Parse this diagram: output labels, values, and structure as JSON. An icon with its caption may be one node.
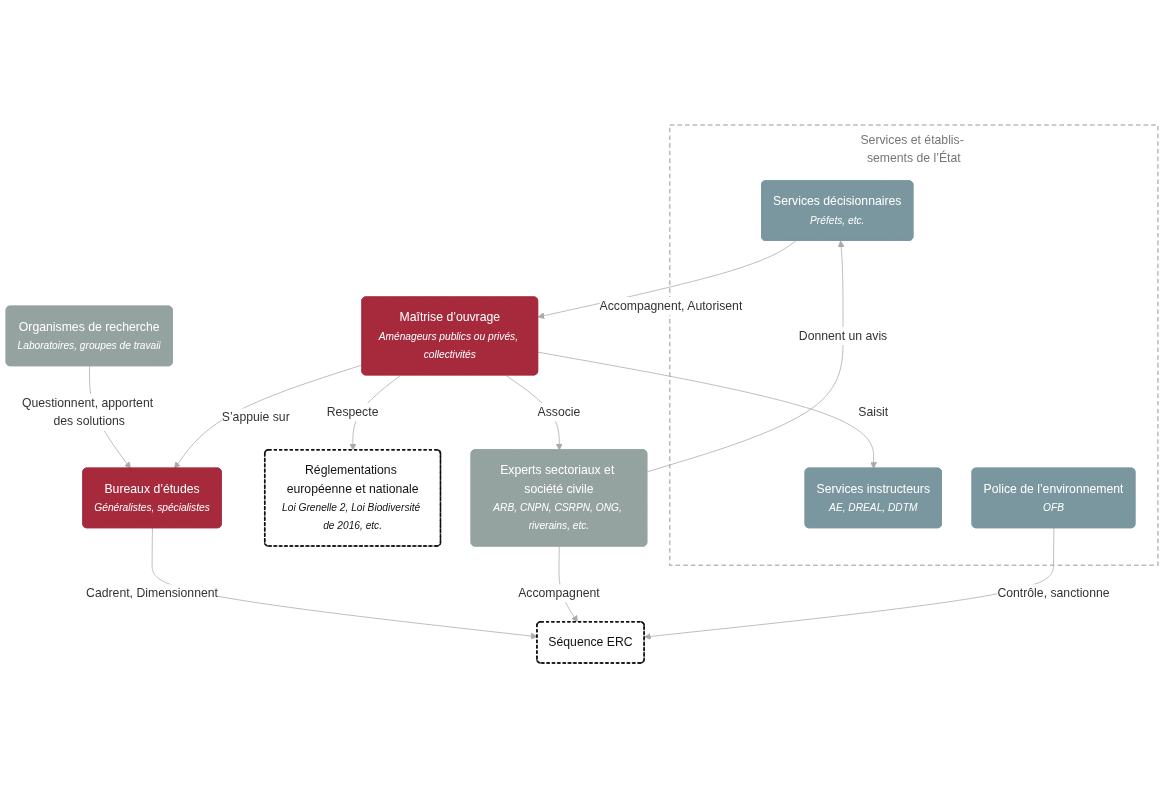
{
  "diagram": {
    "nodes": [
      {
        "text": [
          "Organismes de recherche",
          "Laboratoires, groupes de travail"
        ]
      },
      {
        "text": [
          "Réglementations européenne et nationale",
          "Loi Grenelle 2, Loi Biodiversité de 2016, etc."
        ]
      },
      {
        "text": [
          "Services et établis- sements de l’État"
        ]
      },
      {
        "text": [
          "Services instructeurs",
          "AE, DREAL, DDTM"
        ],
        "in": 2
      },
      {
        "text": [
          "Bureaux d’études",
          "Généralistes, spécialistes"
        ]
      },
      {
        "text": [
          "Maîtrise d’ouvrage",
          "Aménageurs publics ou privés, collectivités"
        ]
      },
      {
        "text": [
          "Services décisionnaires",
          "Préfets, etc."
        ],
        "in": 2
      },
      {
        "text": [
          "Experts sectoriaux et société civile",
          "ARB, CNPN, CSRPN, ONG, riverains, etc."
        ]
      },
      {
        "text": [
          "Police de l’environnement",
          "OFB"
        ],
        "in": 2
      },
      {
        "text": [
          "Séquence ERC"
        ]
      }
    ],
    "edges": [
      {
        "from": 0,
        "to": 4,
        "arrow": "to",
        "label": "Questionnent, apportent des solutions"
      },
      {
        "from": 5,
        "to": 1,
        "arrow": "to",
        "label": "Respecte"
      },
      {
        "from": 5,
        "to": 4,
        "arrow": "to",
        "label": "S’appuie sur"
      },
      {
        "from": 5,
        "to": 3,
        "arrow": "to",
        "label": "Saisit"
      },
      {
        "from": 6,
        "to": 5,
        "arrow": "to",
        "label": "Accompagnent, Autorisent"
      },
      {
        "from": 5,
        "to": 7,
        "arrow": "to",
        "label": "Associe"
      },
      {
        "from": 7,
        "to": 6,
        "arrow": "to",
        "label": "Donnent un avis"
      },
      {
        "from": 4,
        "to": 9,
        "arrow": "to",
        "label": "Cadrent, Dimensionnent"
      },
      {
        "from": 7,
        "to": 9,
        "arrow": "to",
        "label": "Accompagnent"
      },
      {
        "from": 8,
        "to": 9,
        "arrow": "to",
        "label": "Contrôle, sanctionne"
      }
    ]
  }
}
